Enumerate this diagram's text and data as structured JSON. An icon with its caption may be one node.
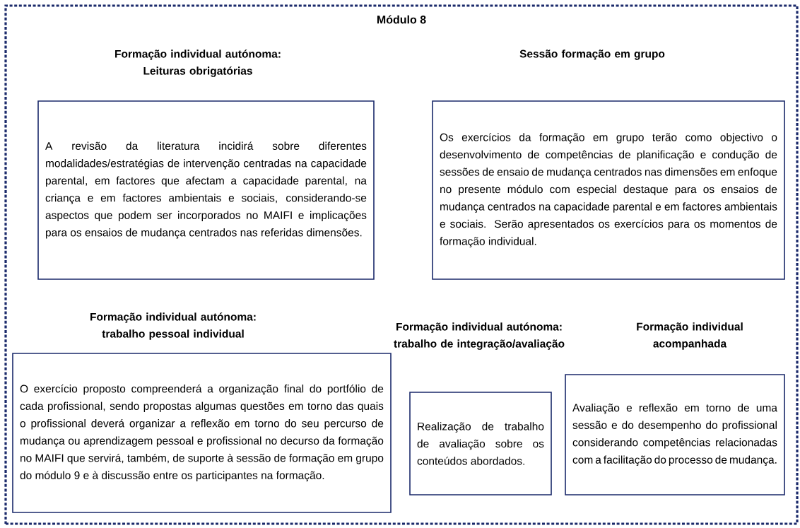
{
  "diagram": {
    "nodes": [
      {
        "text": [
          "Módulo 8"
        ]
      },
      {
        "text": [
          "Formação individual autónoma: Leituras obrigatórias",
          "A revisão da literatura incidirá sobre diferentes modalidades/estratégias de intervenção centradas na capacidade parental, em factores que afectam a capacidade parental, na criança e em factores ambientais e sociais, considerando-se aspectos que podem ser incorporados no MAIFI e implicações para os ensaios de mudança centrados nas referidas dimensões."
        ],
        "in": 0
      },
      {
        "text": [
          "Sessão formação em grupo",
          "Os exercícios da formação em grupo terão como objectivo o desenvolvimento de competências de planificação e condução de sessões de ensaio de mudança centrados nas dimensões em enfoque no presente módulo com especial destaque para os ensaios de mudança centrados na capacidade parental e em factores ambientais e sociais. Serão apresentados os exercícios para os momentos de formação individual."
        ],
        "in": 0
      },
      {
        "text": [
          "Formação individual autónoma: trabalho pessoal individual",
          "O exercício proposto compreenderá a organização final do portfólio de cada profissional, sendo propostas algumas questões em torno das quais o profissional deverá organizar a reflexão em torno do seu percurso de mudança ou aprendizagem pessoal e profissional no decurso da formação no MAIFI que servirá, também, de suporte à sessão de formação em grupo do módulo 9 e à discussão entre os participantes na formação."
        ],
        "in": 0
      },
      {
        "text": [
          "Formação individual autónoma: trabalho de integração/avaliação",
          "Realização de trabalho de avaliação sobre os conteúdos abordados."
        ],
        "in": 0
      },
      {
        "text": [
          "Formação individual acompanhada",
          "Avaliação e reflexão em torno de uma sessão e do desempenho do profissional considerando competências relacionadas com a facilitação do processo de mudança."
        ],
        "in": 0
      }
    ]
  }
}
